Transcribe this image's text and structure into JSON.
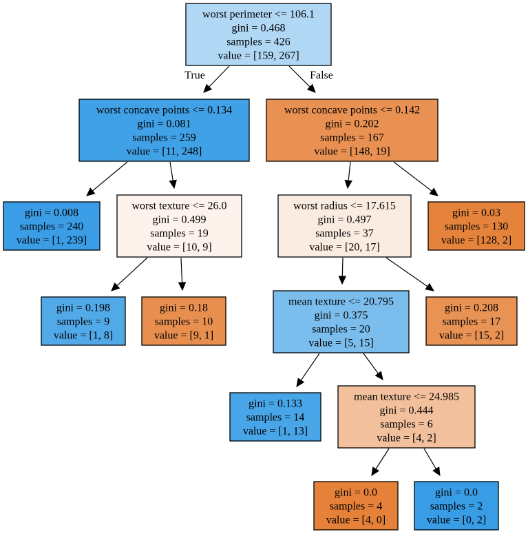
{
  "nodes": [
    {
      "id": "n0",
      "lines": [
        "worst perimeter <= 106.1",
        "gini = 0.468",
        "samples = 426",
        "value = [159, 267]"
      ],
      "fill": "#b0d8f5"
    },
    {
      "id": "n1",
      "lines": [
        "worst concave points <= 0.134",
        "gini = 0.081",
        "samples = 259",
        "value = [11, 248]"
      ],
      "fill": "#41a1e6"
    },
    {
      "id": "n2",
      "lines": [
        "gini = 0.008",
        "samples = 240",
        "value = [1, 239]"
      ],
      "fill": "#3a9de5"
    },
    {
      "id": "n3",
      "lines": [
        "worst texture <= 26.0",
        "gini = 0.499",
        "samples = 19",
        "value = [10, 9]"
      ],
      "fill": "#fdf2ec"
    },
    {
      "id": "n4",
      "lines": [
        "gini = 0.198",
        "samples = 9",
        "value = [1, 8]"
      ],
      "fill": "#52a9e8"
    },
    {
      "id": "n5",
      "lines": [
        "gini = 0.18",
        "samples = 10",
        "value = [9, 1]"
      ],
      "fill": "#e88f4f"
    },
    {
      "id": "n6",
      "lines": [
        "worst concave points <= 0.142",
        "gini = 0.202",
        "samples = 167",
        "value = [148, 19]"
      ],
      "fill": "#e89152"
    },
    {
      "id": "n7",
      "lines": [
        "worst radius <= 17.615",
        "gini = 0.497",
        "samples = 37",
        "value = [20, 17]"
      ],
      "fill": "#fbece1"
    },
    {
      "id": "n8",
      "lines": [
        "mean texture <= 20.795",
        "gini = 0.375",
        "samples = 20",
        "value = [5, 15]"
      ],
      "fill": "#7bbeee"
    },
    {
      "id": "n9",
      "lines": [
        "gini = 0.133",
        "samples = 14",
        "value = [1, 13]"
      ],
      "fill": "#48a5e7"
    },
    {
      "id": "n10",
      "lines": [
        "mean texture <= 24.985",
        "gini = 0.444",
        "samples = 6",
        "value = [4, 2]"
      ],
      "fill": "#f2c09c"
    },
    {
      "id": "n11",
      "lines": [
        "gini = 0.0",
        "samples = 4",
        "value = [4, 0]"
      ],
      "fill": "#e58139"
    },
    {
      "id": "n12",
      "lines": [
        "gini = 0.0",
        "samples = 2",
        "value = [0, 2]"
      ],
      "fill": "#399de5"
    },
    {
      "id": "n13",
      "lines": [
        "gini = 0.208",
        "samples = 17",
        "value = [15, 2]"
      ],
      "fill": "#e89253"
    },
    {
      "id": "n14",
      "lines": [
        "gini = 0.03",
        "samples = 130",
        "value = [128, 2]"
      ],
      "fill": "#e5833c"
    }
  ],
  "edges": [
    {
      "from": "n0",
      "to": "n1",
      "label": "True"
    },
    {
      "from": "n0",
      "to": "n6",
      "label": "False"
    },
    {
      "from": "n1",
      "to": "n2"
    },
    {
      "from": "n1",
      "to": "n3"
    },
    {
      "from": "n3",
      "to": "n4"
    },
    {
      "from": "n3",
      "to": "n5"
    },
    {
      "from": "n6",
      "to": "n7"
    },
    {
      "from": "n6",
      "to": "n14"
    },
    {
      "from": "n7",
      "to": "n8"
    },
    {
      "from": "n7",
      "to": "n13"
    },
    {
      "from": "n8",
      "to": "n9"
    },
    {
      "from": "n8",
      "to": "n10"
    },
    {
      "from": "n10",
      "to": "n11"
    },
    {
      "from": "n10",
      "to": "n12"
    }
  ]
}
